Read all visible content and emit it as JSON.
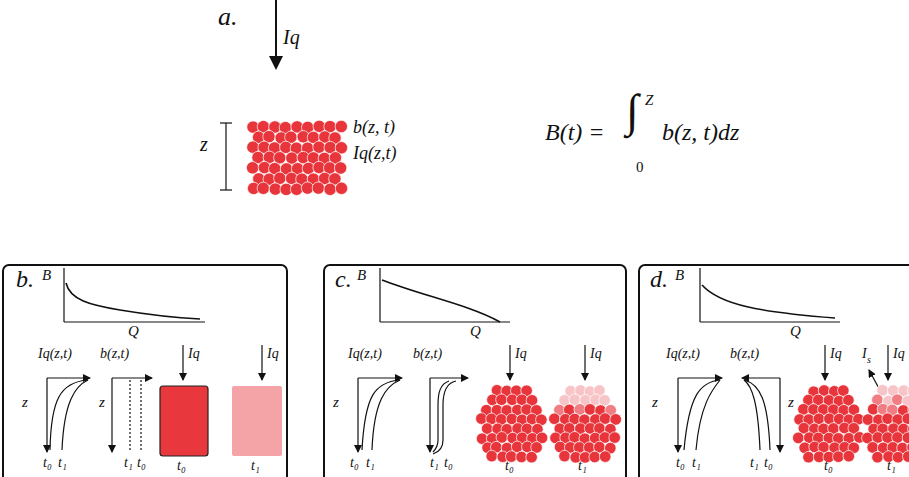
{
  "diagram": {
    "nodes": [
      {
        "text": [
          "b."
        ]
      },
      {
        "text": [
          "c."
        ]
      },
      {
        "text": [
          "d."
        ]
      }
    ],
    "labels": [
      "a.",
      "Iq",
      "z",
      "b(z, t)",
      "Iq(z,t)",
      "B(t) =",
      "∫",
      "Z",
      "0",
      "b(z, t)dz",
      "B",
      "Q",
      "Iq(z,t)",
      "b(z,t)",
      "z",
      "z",
      "t₀",
      "t₁",
      "t₁",
      "t₀",
      "Iq",
      "Iq",
      "t₀",
      "t₁",
      "B",
      "Q",
      "Iq(z,t)",
      "b(z,t)",
      "z",
      "t₀",
      "t₁",
      "t₁",
      "t₀",
      "Iq",
      "Iq",
      "t₀",
      "t₁",
      "B",
      "Q",
      "Iq(z,t)",
      "b(z,t)",
      "z",
      "z",
      "t₀",
      "t₁",
      "t₁",
      "t₀",
      "Iq",
      "I",
      "s",
      "Iq",
      "t₀",
      "t₁"
    ]
  }
}
